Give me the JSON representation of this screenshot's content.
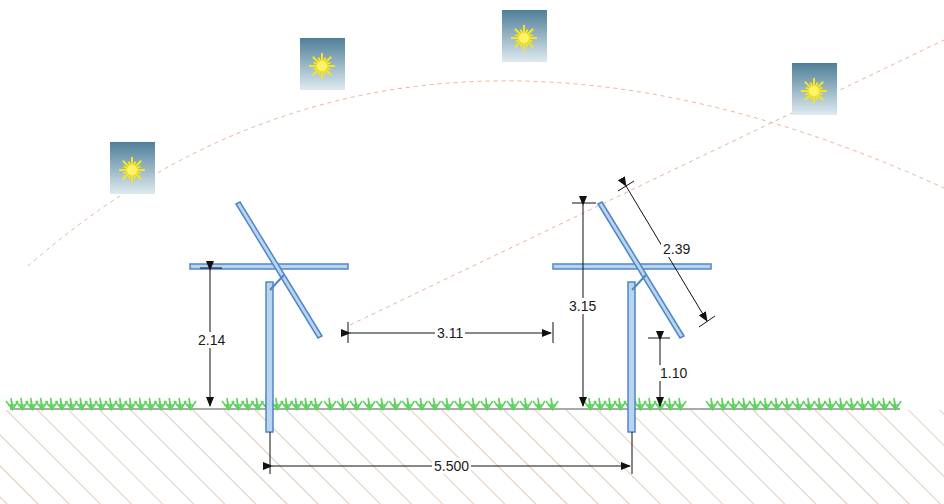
{
  "diagram": {
    "labels": [
      "2.14",
      "3.11",
      "3.15",
      "2.39",
      "1.10",
      "5.500"
    ]
  }
}
